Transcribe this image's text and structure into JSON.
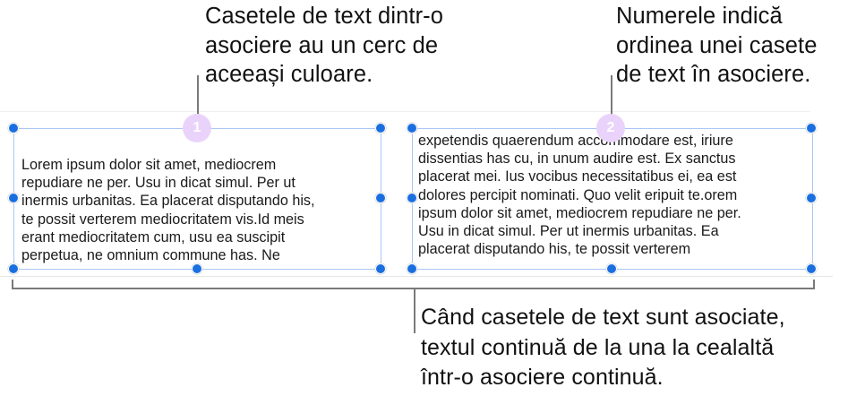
{
  "callouts": {
    "top_left": {
      "lines": [
        "Casetele de text dintr-o",
        "asociere au un cerc de",
        "aceeași culoare."
      ]
    },
    "top_right": {
      "lines": [
        "Numerele indică",
        "ordinea unei casete",
        "de text în asociere."
      ]
    },
    "bottom": {
      "lines": [
        "Când casetele de text sunt asociate,",
        "textul continuă de la una la cealaltă",
        "într-o asociere continuă."
      ]
    }
  },
  "text_boxes": [
    {
      "order_badge": "1",
      "lines": [
        "Lorem ipsum dolor sit amet, mediocrem",
        "repudiare ne per. Usu in dicat simul. Per ut",
        "inermis urbanitas. Ea placerat disputando his,",
        "te possit verterem mediocritatem vis.Id meis",
        "erant mediocritatem cum, usu ea suscipit",
        "perpetua, ne omnium commune has. Ne"
      ]
    },
    {
      "order_badge": "2",
      "lines": [
        "expetendis quaerendum accommodare est, iriure",
        "dissentias has cu, in unum audire est. Ex sanctus",
        "placerat mei. Ius vocibus necessitatibus ei, ea est",
        "dolores percipit nominati. Quo velit eripuit te.orem",
        "ipsum dolor sit amet, mediocrem repudiare ne per.",
        "Usu in dicat simul. Per ut inermis urbanitas. Ea",
        "placerat disputando his, te possit verterem"
      ]
    }
  ],
  "colors": {
    "selection_border": "#a9c6f5",
    "handle": "#1a6fe0",
    "badge_fill": "#ead3fb",
    "leader_line": "#7a7a7a"
  }
}
